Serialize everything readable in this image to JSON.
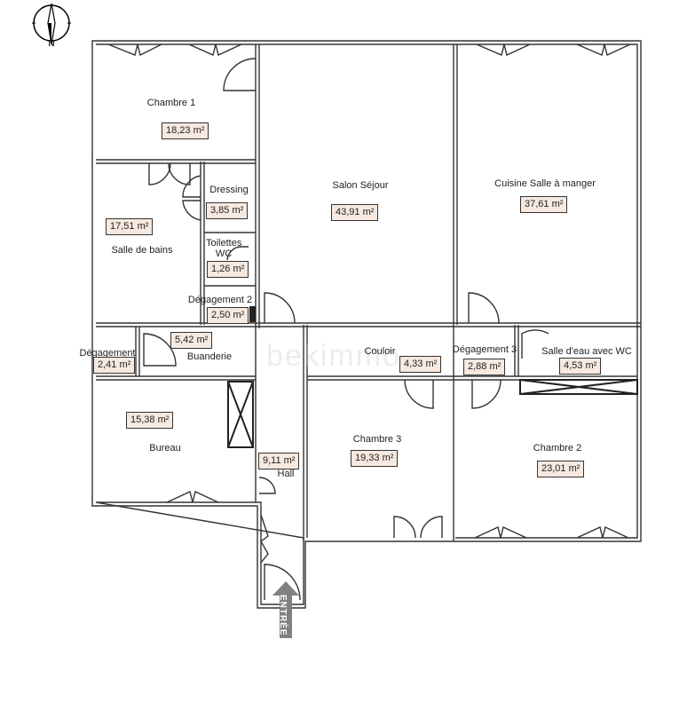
{
  "compass": {
    "icon": "north-compass-icon",
    "label": "N"
  },
  "watermark": "bekimmo",
  "entrance": {
    "label": "ENTRÉE",
    "color": "#808080"
  },
  "colors": {
    "area_bg": "#f7e9df",
    "wall": "#333333"
  },
  "rooms": [
    {
      "name": "Chambre 1",
      "area": "18,23 m²"
    },
    {
      "name": "Salon Séjour",
      "area": "43,91 m²"
    },
    {
      "name": "Cuisine Salle à manger",
      "area": "37,61 m²"
    },
    {
      "name": "Dressing",
      "area": "3,85 m²"
    },
    {
      "name": "Salle de bains",
      "area": "17,51 m²"
    },
    {
      "name": "Toilettes WC",
      "area": "1,26 m²"
    },
    {
      "name": "Dégagement 2",
      "area": "2,50 m²"
    },
    {
      "name": "Dégagement",
      "area": "2,41 m²"
    },
    {
      "name": "Buanderie",
      "area": "5,42 m²"
    },
    {
      "name": "Couloir",
      "area": "4,33 m²"
    },
    {
      "name": "Dégagement 3",
      "area": "2,88 m²"
    },
    {
      "name": "Salle d'eau avec WC",
      "area": "4,53 m²"
    },
    {
      "name": "Bureau",
      "area": "15,38 m²"
    },
    {
      "name": "Hall",
      "area": "9,11 m²"
    },
    {
      "name": "Chambre 3",
      "area": "19,33 m²"
    },
    {
      "name": "Chambre 2",
      "area": "23,01 m²"
    }
  ]
}
